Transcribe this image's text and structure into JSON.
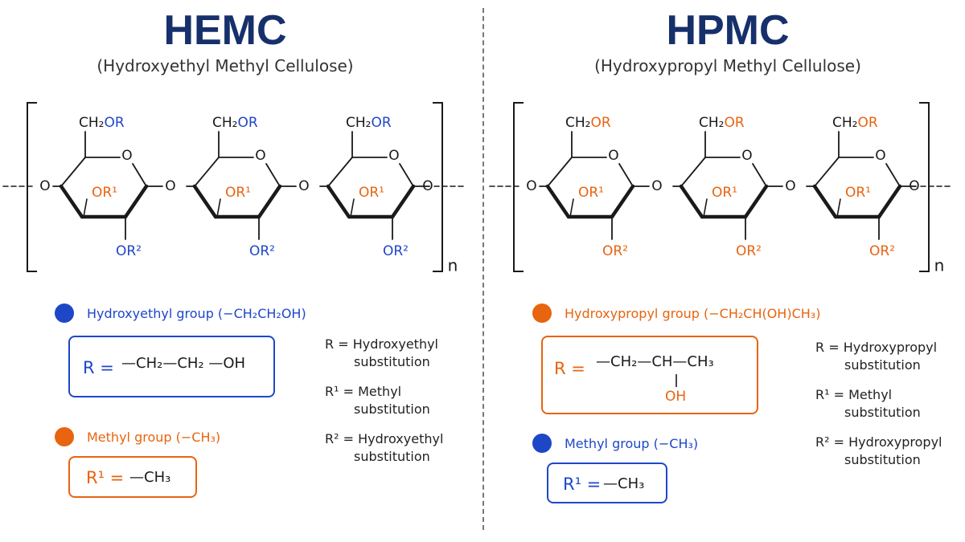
{
  "colors": {
    "blue": "#1e47c8",
    "orange": "#e8640f",
    "title": "#16306b",
    "ink": "#1a1a1a"
  },
  "panels": [
    {
      "key": "hemc",
      "title": "HEMC",
      "subtitle": "(Hydroxyethyl Methyl Cellulose)",
      "structure": {
        "ring_oxygen": "O",
        "bridge_oxygen": "O",
        "ch2or": "CH₂OR",
        "or1": "OR¹",
        "or2": "OR²",
        "repeat_index": "n",
        "r_color": "blue",
        "or1_color": "orange",
        "or2_color": "blue"
      },
      "legend": [
        {
          "dot_color": "blue",
          "label": "Hydroxyethyl group (−CH₂CH₂OH)",
          "formula": {
            "lhs": "R =",
            "rhs": "—CH₂—CH₂ —OH",
            "sub": ""
          }
        },
        {
          "dot_color": "orange",
          "label": "Methyl group (−CH₃)",
          "formula": {
            "lhs": "R¹ =",
            "rhs": "—CH₃",
            "sub": ""
          }
        }
      ],
      "definitions": [
        {
          "symbol": "R =",
          "line1": "Hydroxyethyl",
          "line2": "substitution"
        },
        {
          "symbol": "R¹ =",
          "line1": "Methyl",
          "line2": "substitution"
        },
        {
          "symbol": "R² =",
          "line1": "Hydroxyethyl",
          "line2": "substitution"
        }
      ]
    },
    {
      "key": "hpmc",
      "title": "HPMC",
      "subtitle": "(Hydroxypropyl Methyl Cellulose)",
      "structure": {
        "ring_oxygen": "O",
        "bridge_oxygen": "O",
        "ch2or": "CH₂OR",
        "or1": "OR¹",
        "or2": "OR²",
        "repeat_index": "n",
        "r_color": "orange",
        "or1_color": "orange",
        "or2_color": "orange"
      },
      "legend": [
        {
          "dot_color": "orange",
          "label": "Hydroxypropyl group (−CH₂CH(OH)CH₃)",
          "formula": {
            "lhs": "R =",
            "rhs": "—CH₂—CH—CH₃",
            "sub": "OH"
          }
        },
        {
          "dot_color": "blue",
          "label": "Methyl group (−CH₃)",
          "formula": {
            "lhs": "R¹ =",
            "rhs": "—CH₃",
            "sub": ""
          }
        }
      ],
      "definitions": [
        {
          "symbol": "R =",
          "line1": "Hydroxypropyl",
          "line2": "substitution"
        },
        {
          "symbol": "R¹ =",
          "line1": "Methyl",
          "line2": "substitution"
        },
        {
          "symbol": "R² =",
          "line1": "Hydroxypropyl",
          "line2": "substitution"
        }
      ]
    }
  ]
}
